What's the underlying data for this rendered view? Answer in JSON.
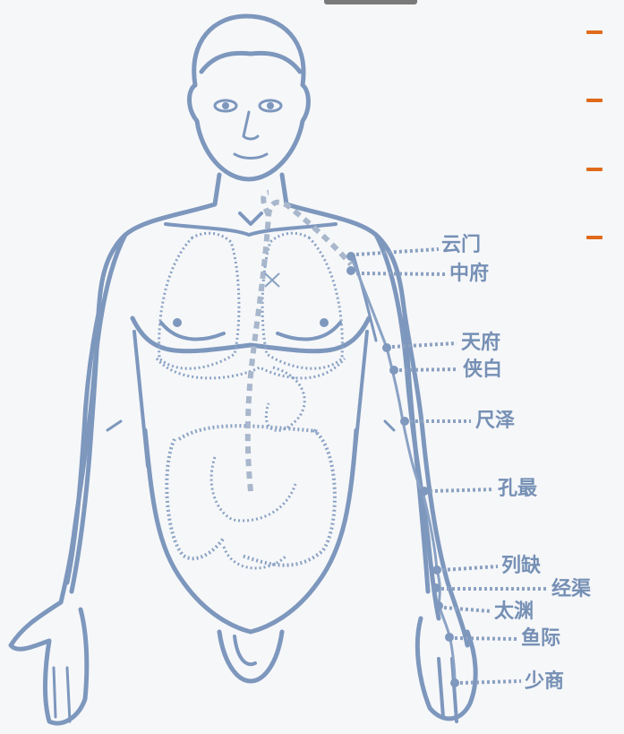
{
  "colors": {
    "background": "#f6f7f9",
    "figure_line": "#7d97bd",
    "label_text": "#7690b5",
    "accent_marks": "#e06a1b"
  },
  "acupoints": [
    {
      "name": "云门"
    },
    {
      "name": "中府"
    },
    {
      "name": "天府"
    },
    {
      "name": "侠白"
    },
    {
      "name": "尺泽"
    },
    {
      "name": "孔最"
    },
    {
      "name": "列缺"
    },
    {
      "name": "经渠"
    },
    {
      "name": "太渊"
    },
    {
      "name": "鱼际"
    },
    {
      "name": "少商"
    }
  ]
}
